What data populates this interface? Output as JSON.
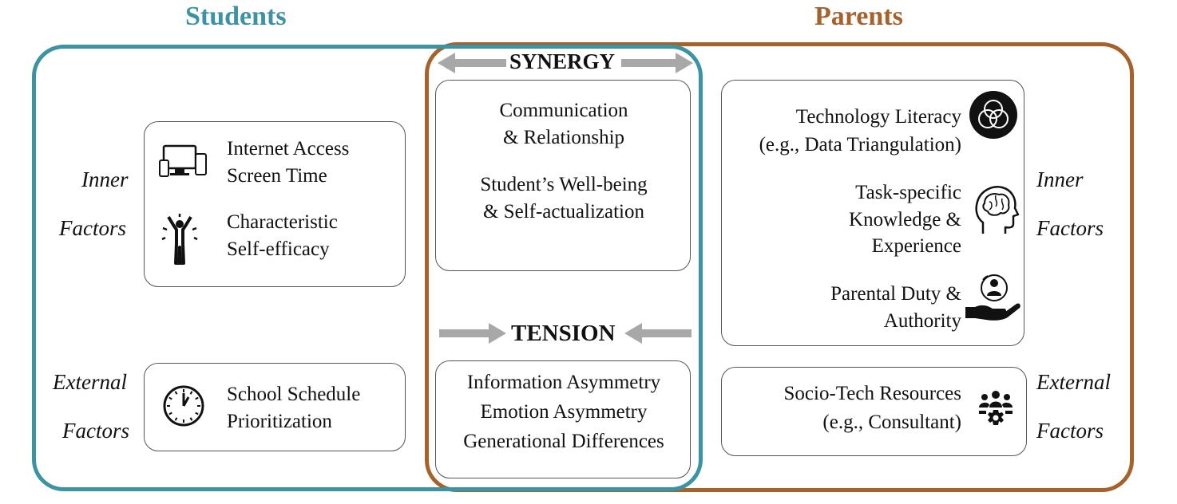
{
  "colors": {
    "students": "#3c93a3",
    "parents": "#a6622a",
    "arrow": "#a8a8a8",
    "box_border": "#555555"
  },
  "students": {
    "title": "Students",
    "inner_label": [
      "Inner",
      "Factors"
    ],
    "external_label": [
      "External",
      "Factors"
    ],
    "inner_items": [
      {
        "icon": "devices-icon",
        "lines": [
          "Internet Access",
          "Screen Time"
        ]
      },
      {
        "icon": "person-energy-icon",
        "lines": [
          "Characteristic",
          "Self-efficacy"
        ]
      }
    ],
    "external_items": [
      {
        "icon": "clock-icon",
        "lines": [
          "School Schedule",
          "Prioritization"
        ]
      }
    ]
  },
  "parents": {
    "title": "Parents",
    "inner_label": [
      "Inner",
      "Factors"
    ],
    "external_label": [
      "External",
      "Factors"
    ],
    "inner_items": [
      {
        "icon": "venn-circles-icon",
        "lines": [
          "Technology Literacy",
          "(e.g., Data Triangulation)"
        ]
      },
      {
        "icon": "head-brain-icon",
        "lines": [
          "Task-specific",
          "Knowledge &",
          "Experience"
        ]
      },
      {
        "icon": "hand-person-icon",
        "lines": [
          "Parental Duty &",
          "Authority"
        ]
      }
    ],
    "external_items": [
      {
        "icon": "team-gear-icon",
        "lines": [
          "Socio-Tech Resources",
          "(e.g., Consultant)"
        ]
      }
    ]
  },
  "synergy": {
    "title": "SYNERGY",
    "items": [
      {
        "lines": [
          "Communication",
          "& Relationship"
        ]
      },
      {
        "lines": [
          "Student’s Well-being",
          "& Self-actualization"
        ]
      }
    ]
  },
  "tension": {
    "title": "TENSION",
    "items": [
      "Information Asymmetry",
      "Emotion Asymmetry",
      "Generational Differences"
    ]
  }
}
